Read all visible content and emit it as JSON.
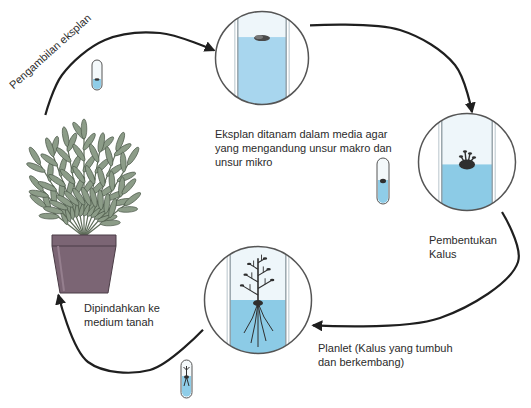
{
  "diagram": {
    "nodes": [
      {
        "text": []
      },
      {
        "text": [
          "Eksplan ditanam dalam media agar yang mengandung unsur makro dan unsur mikro"
        ]
      },
      {
        "text": [
          "Pembentukan Kalus"
        ]
      },
      {
        "text": [
          "Planlet (Kalus yang tumbuh dan berkembang)"
        ]
      }
    ],
    "edges": [
      {
        "from": 0,
        "to": 1,
        "arrow": "to",
        "label": "Pengambilan eksplan"
      },
      {
        "from": 1,
        "to": 2,
        "arrow": "to"
      },
      {
        "from": 2,
        "to": 3,
        "arrow": "to"
      },
      {
        "from": 3,
        "to": 0,
        "arrow": "to",
        "label": "Dipindahkan ke medium tanah"
      }
    ]
  }
}
